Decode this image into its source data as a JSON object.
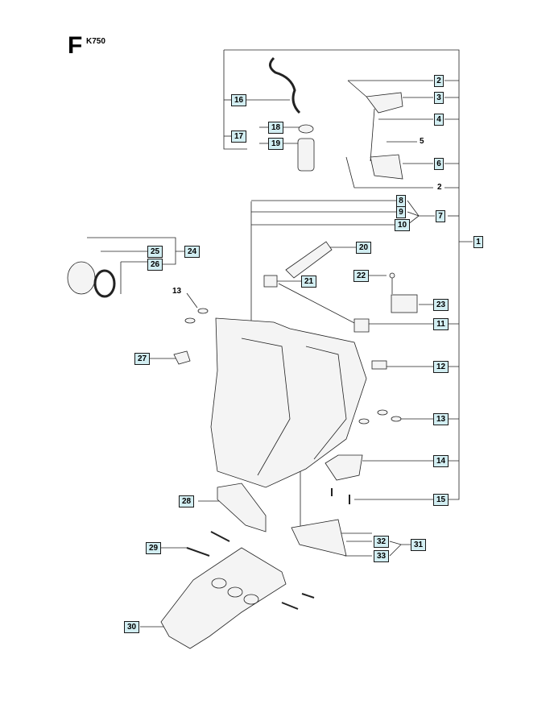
{
  "header": {
    "section": "F",
    "model": "K750"
  },
  "labels": {
    "p1": "1",
    "p2a": "2",
    "p2b": "2",
    "p3": "3",
    "p4": "4",
    "p5": "5",
    "p6": "6",
    "p7": "7",
    "p8": "8",
    "p9": "9",
    "p10": "10",
    "p11": "11",
    "p12": "12",
    "p13a": "13",
    "p13b": "13",
    "p14": "14",
    "p15": "15",
    "p16": "16",
    "p17": "17",
    "p18": "18",
    "p19": "19",
    "p20": "20",
    "p21": "21",
    "p22": "22",
    "p23": "23",
    "p24": "24",
    "p25": "25",
    "p26": "26",
    "p27": "27",
    "p28": "28",
    "p29": "29",
    "p30": "30",
    "p31": "31",
    "p32": "32",
    "p33": "33"
  }
}
